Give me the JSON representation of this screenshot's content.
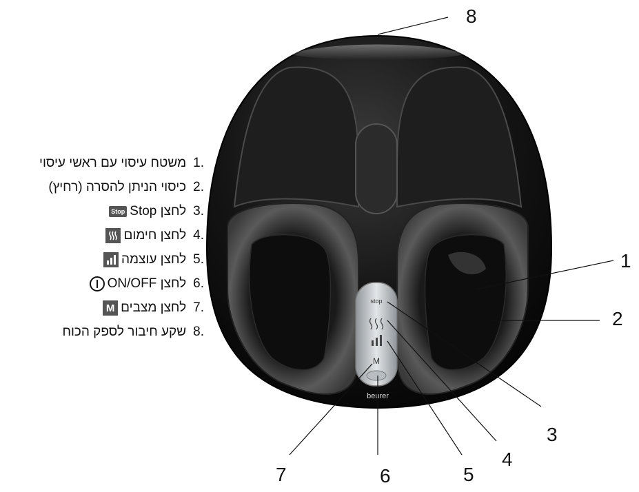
{
  "legend": {
    "items": [
      {
        "num": "1.",
        "text": "משטח עיסוי עם ראשי עיסוי",
        "icon": ""
      },
      {
        "num": "2.",
        "text": "כיסוי הניתן להסרה (רחיץ)",
        "icon": ""
      },
      {
        "num": "3.",
        "text": "לחצן Stop",
        "icon": "stop-icon",
        "icon_text": "Stop"
      },
      {
        "num": "4.",
        "text": "לחצן חימום",
        "icon": "heat-icon"
      },
      {
        "num": "5.",
        "text": "לחצן עוצמה",
        "icon": "intensity-icon"
      },
      {
        "num": "6.",
        "text": "לחצן ON/OFF",
        "icon": "power-icon"
      },
      {
        "num": "7.",
        "text": "לחצן מצבים",
        "icon": "mode-icon",
        "icon_text": "M"
      },
      {
        "num": "8.",
        "text": "שקע חיבור לספק הכוח",
        "icon": ""
      }
    ]
  },
  "device": {
    "brand": "beurer",
    "panel": {
      "stop": "stop",
      "mode": "M"
    }
  },
  "callouts": [
    "1",
    "2",
    "3",
    "4",
    "5",
    "6",
    "7",
    "8"
  ],
  "colors": {
    "device_body": "#141414",
    "cushion": "#5a5a5a",
    "panel": "#cfd3d6"
  }
}
